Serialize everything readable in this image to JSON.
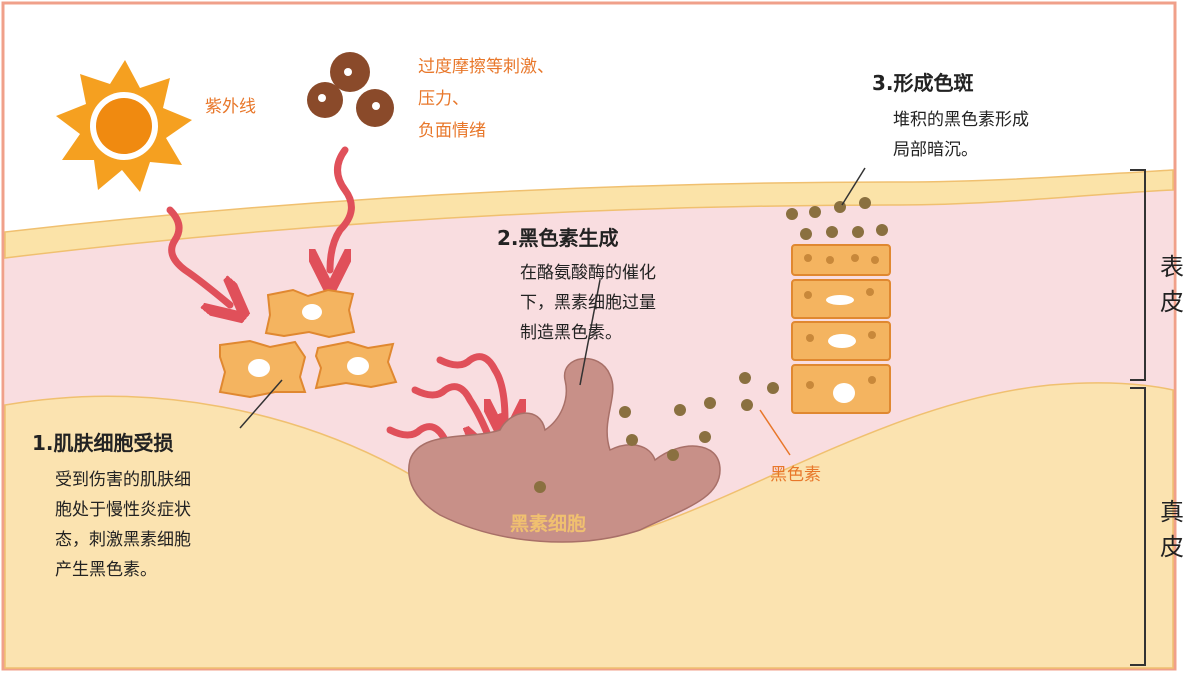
{
  "triggers": {
    "uv": "紫外线",
    "stress": [
      "过度摩擦等刺激、",
      "压力、",
      "负面情绪"
    ]
  },
  "steps": [
    {
      "title": "1.肌肤细胞受损",
      "lines": [
        "受到伤害的肌肤细",
        "胞处于慢性炎症状",
        "态，刺激黑素细胞",
        "产生黑色素。"
      ]
    },
    {
      "title": "2.黑色素生成",
      "lines": [
        "在酪氨酸酶的催化",
        "下，黑素细胞过量",
        "制造黑色素。"
      ]
    },
    {
      "title": "3.形成色斑",
      "lines": [
        "堆积的黑色素形成",
        "局部暗沉。"
      ]
    }
  ],
  "labels": {
    "melanin": "黑色素",
    "melanocyte": "黑素细胞"
  },
  "layers": {
    "epidermis": [
      "表",
      "皮"
    ],
    "dermis": [
      "真",
      "皮"
    ]
  },
  "colors": {
    "border": "#f0a08a",
    "epidermis": "#f9dde0",
    "dermis": "#fbe3b0",
    "arrow": "#e0505a",
    "cell": "#f4b460",
    "melanocyte": "#c89088",
    "text_orange": "#e8772a"
  }
}
